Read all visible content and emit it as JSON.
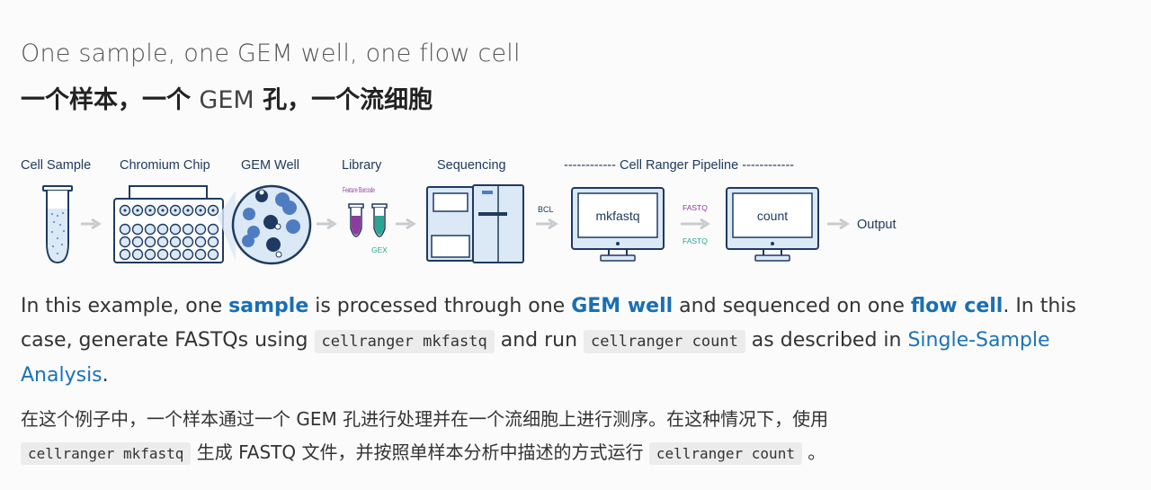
{
  "heading": {
    "en": "One sample, one GEM well, one flow cell",
    "zh_a": "一个样本，一个",
    "zh_gem": "GEM",
    "zh_b": "孔，一个流细胞"
  },
  "diagram": {
    "labels": {
      "cell_sample": "Cell Sample",
      "chromium_chip": "Chromium Chip",
      "gem_well": "GEM Well",
      "library": "Library",
      "sequencing": "Sequencing",
      "pipeline": "------------ Cell Ranger Pipeline ------------",
      "feature_barcode": "Feature Barcode",
      "gex": "GEX",
      "bcl": "BCL",
      "mkfastq": "mkfastq",
      "fastq_top": "FASTQ",
      "fastq_bottom": "FASTQ",
      "count": "count",
      "output": "Output"
    },
    "colors": {
      "navy": "#1f3a60",
      "light_blue": "#dbe8f6",
      "mid_blue": "#4f7cc0",
      "arrow": "#c8ccd0",
      "purple": "#8e3b9e",
      "teal": "#2aa58f"
    }
  },
  "para1": {
    "t1": "In this example, one ",
    "sample": "sample",
    "t2": " is processed through one ",
    "gem_well": "GEM well",
    "t3": " and sequenced on one ",
    "flow_cell": "flow cell",
    "t4": ". In this case, generate FASTQs using ",
    "code1": "cellranger mkfastq",
    "t5": " and run ",
    "code2": "cellranger count",
    "t6": " as described in ",
    "link": "Single-Sample Analysis",
    "t7": "."
  },
  "para2": {
    "t1": "在这个例子中，一个样本通过一个 GEM 孔进行处理并在一个流细胞上进行测序。在这种情况下，使用",
    "code1": "cellranger mkfastq",
    "t2": " 生成 FASTQ 文件，并按照单样本分析中描述的方式运行 ",
    "code2": "cellranger count",
    "t3": " 。"
  }
}
